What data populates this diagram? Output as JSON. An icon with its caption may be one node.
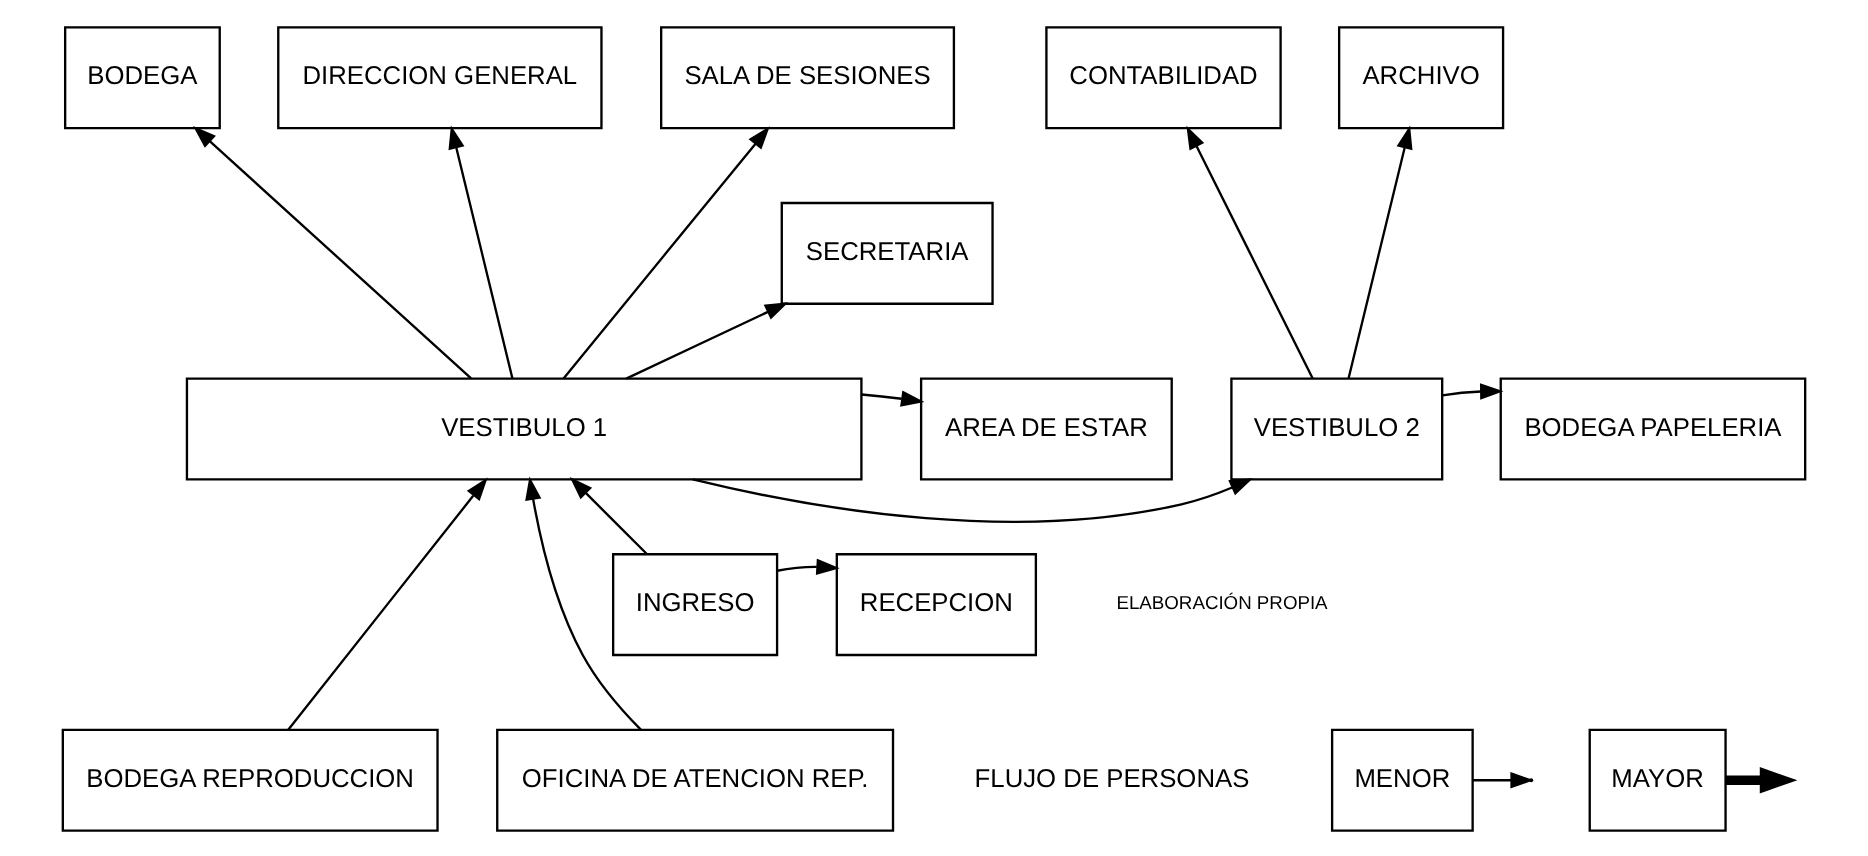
{
  "diagram": {
    "nodes": [
      {
        "text": [
          "BODEGA"
        ]
      },
      {
        "text": [
          "DIRECCION GENERAL"
        ]
      },
      {
        "text": [
          "SALA DE SESIONES"
        ]
      },
      {
        "text": [
          "CONTABILIDAD"
        ]
      },
      {
        "text": [
          "ARCHIVO"
        ]
      },
      {
        "text": [
          "SECRETARIA"
        ]
      },
      {
        "text": [
          "BODEGA PAPELERIA"
        ]
      },
      {
        "text": [
          "VESTIBULO 2"
        ]
      },
      {
        "text": [
          "VESTIBULO 1"
        ]
      },
      {
        "text": [
          "AREA DE ESTAR"
        ]
      },
      {
        "text": [
          "BODEGA REPRODUCCION"
        ]
      },
      {
        "text": [
          "OFICINA DE ATENCION REP."
        ]
      },
      {
        "text": [
          "MENOR"
        ]
      },
      {
        "text": [
          "MAYOR"
        ]
      },
      {
        "text": [
          "INGRESO"
        ]
      },
      {
        "text": [
          "RECEPCION"
        ]
      }
    ],
    "edges": [
      {
        "from": 8,
        "to": 0,
        "arrow": "to"
      },
      {
        "from": 8,
        "to": 5,
        "arrow": "to"
      },
      {
        "from": 8,
        "to": 1,
        "arrow": "to"
      },
      {
        "from": 8,
        "to": 2,
        "arrow": "to"
      },
      {
        "from": 7,
        "to": 3,
        "arrow": "to"
      },
      {
        "from": 7,
        "to": 4,
        "arrow": "to"
      },
      {
        "from": 7,
        "to": 6,
        "arrow": "to"
      },
      {
        "from": 8,
        "to": 7,
        "arrow": "to"
      },
      {
        "from": 8,
        "to": 9,
        "arrow": "to"
      },
      {
        "from": 10,
        "to": 8,
        "arrow": "to"
      },
      {
        "from": 11,
        "to": 8,
        "arrow": "to"
      },
      {
        "from": 14,
        "to": 8,
        "arrow": "to"
      },
      {
        "from": 14,
        "to": 15,
        "arrow": "to"
      },
      {
        "from": 12,
        "to": null,
        "arrow": "to"
      },
      {
        "from": 13,
        "to": null,
        "arrow": "to",
        "style": "thick"
      }
    ],
    "labels": [
      "FLUJO DE PERSONAS",
      "ELABORACIÓN PROPIA"
    ]
  }
}
